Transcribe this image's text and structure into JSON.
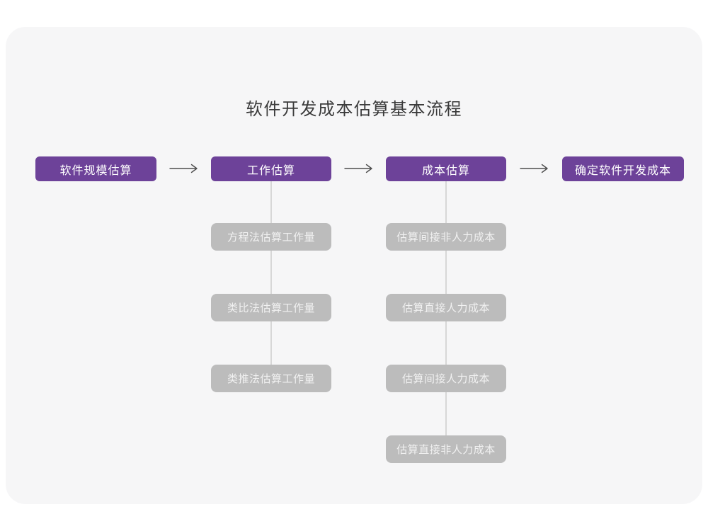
{
  "title": "软件开发成本估算基本流程",
  "colors": {
    "page_bg": "#ffffff",
    "card_bg": "#f6f6f7",
    "purple": "#6d4299",
    "gray_box": "#bcbcbc",
    "connector": "#d7d7d7",
    "arrow": "#4d4d4d",
    "title_color": "#3b3b3b",
    "box_text": "#ffffff",
    "gray_box_text": "#f1f1f1"
  },
  "main_flow": [
    {
      "label": "软件规模估算"
    },
    {
      "label": "工作估算"
    },
    {
      "label": "成本估算"
    },
    {
      "label": "确定软件开发成本"
    }
  ],
  "work_estimation_methods": [
    "方程法估算工作量",
    "类比法估算工作量",
    "类推法估算工作量"
  ],
  "cost_estimation_steps": [
    "估算间接非人力成本",
    "估算直接人力成本",
    "估算间接人力成本",
    "估算直接非人力成本"
  ]
}
